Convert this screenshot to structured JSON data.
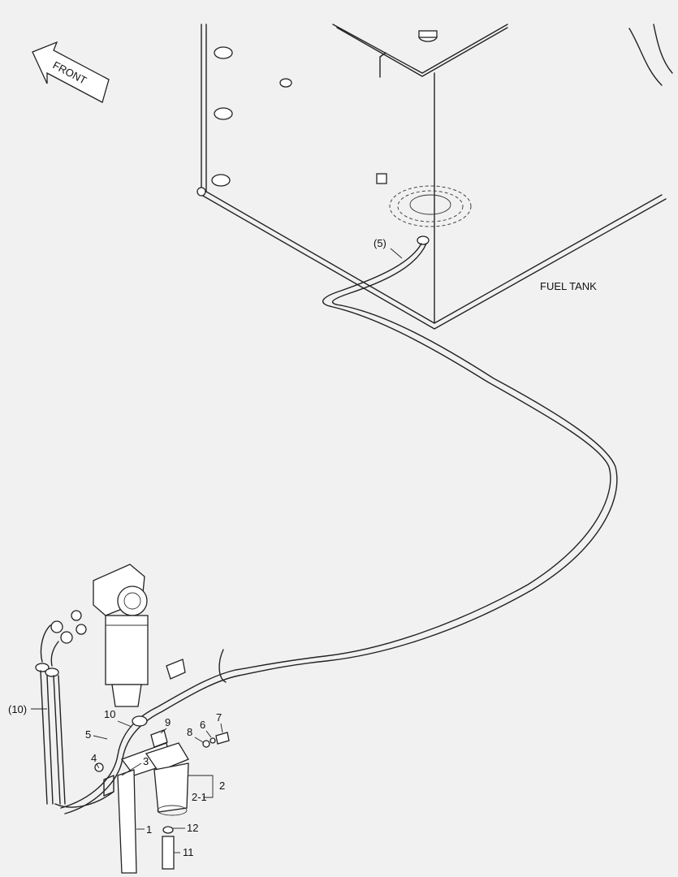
{
  "labels": {
    "front": "FRONT",
    "fuel_tank": "FUEL TANK",
    "callouts": [
      "(5)",
      "(10)",
      "10",
      "9",
      "8",
      "6",
      "7",
      "5",
      "4",
      "3",
      "2",
      "2-1",
      "1",
      "12",
      "11"
    ]
  },
  "colors": {
    "background": "#f1f1f1",
    "line": "#222222",
    "fill": "#ffffff"
  }
}
